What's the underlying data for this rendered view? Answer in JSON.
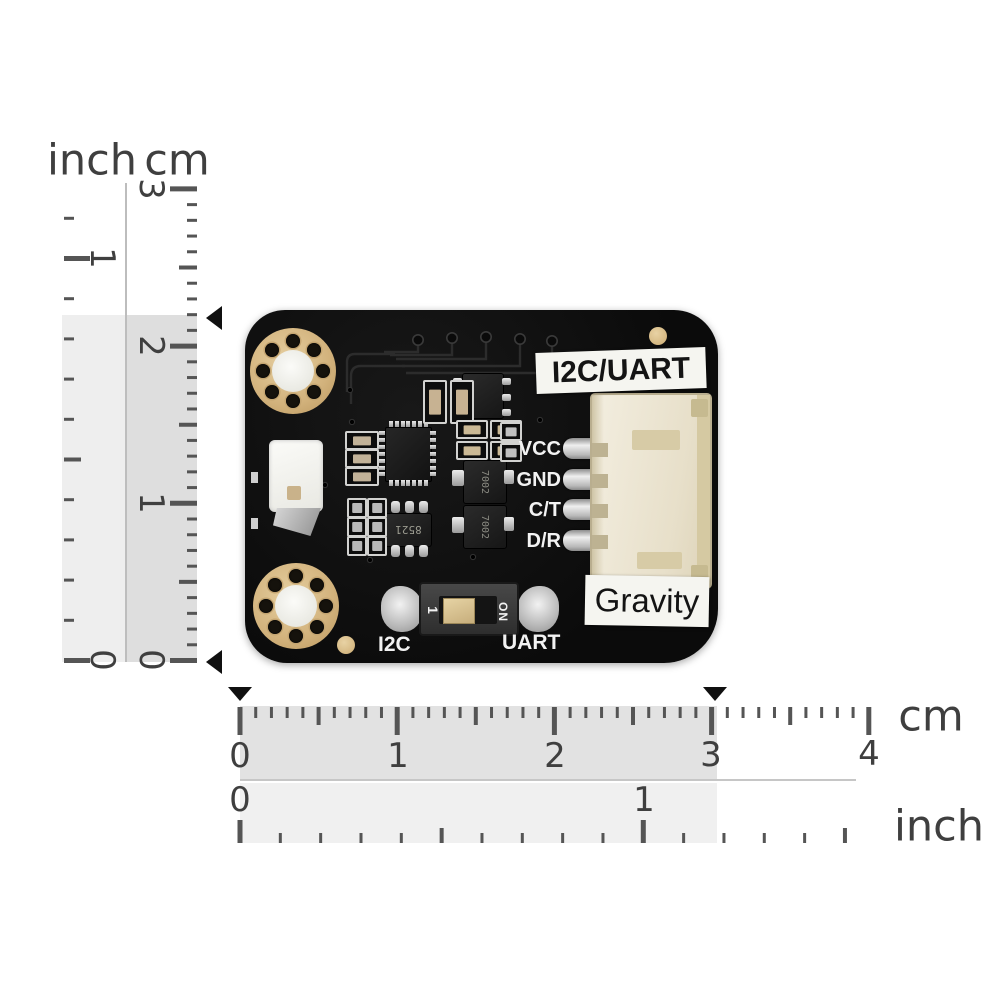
{
  "vertical_ruler": {
    "header_inch": "inch",
    "header_cm": "cm",
    "cm_labels": [
      "3",
      "2",
      "1",
      "0"
    ],
    "inch_labels": [
      "1",
      "0"
    ]
  },
  "cm_ruler": {
    "labels": [
      "0",
      "1",
      "2",
      "3",
      "4"
    ],
    "unit": "cm"
  },
  "inch_ruler": {
    "labels": [
      "0",
      "1"
    ],
    "unit": "inch"
  },
  "board": {
    "interface_label": "I2C/UART",
    "brand_label": "Gravity",
    "pin_labels": [
      "VCC",
      "GND",
      "C/T",
      "D/R"
    ],
    "mode_left": "I2C",
    "mode_right": "UART",
    "switch_position": "1",
    "switch_on": "ON",
    "ic_markings": {
      "sot23": "8521",
      "mosfet_upper": "7002",
      "mosfet_lower": "7002"
    }
  },
  "colors": {
    "pcb": "#0d0d0d",
    "gold_pad": "#d2b27c",
    "connector_body": "#ece5d2",
    "sticker_bg": "#f5f5f0",
    "switch_knob": "#d9c392",
    "ruler_shade_cm": "#dedede",
    "ruler_shade_inch": "#eeeeee",
    "tick_color": "#555555",
    "number_color": "#3f3f3f"
  }
}
